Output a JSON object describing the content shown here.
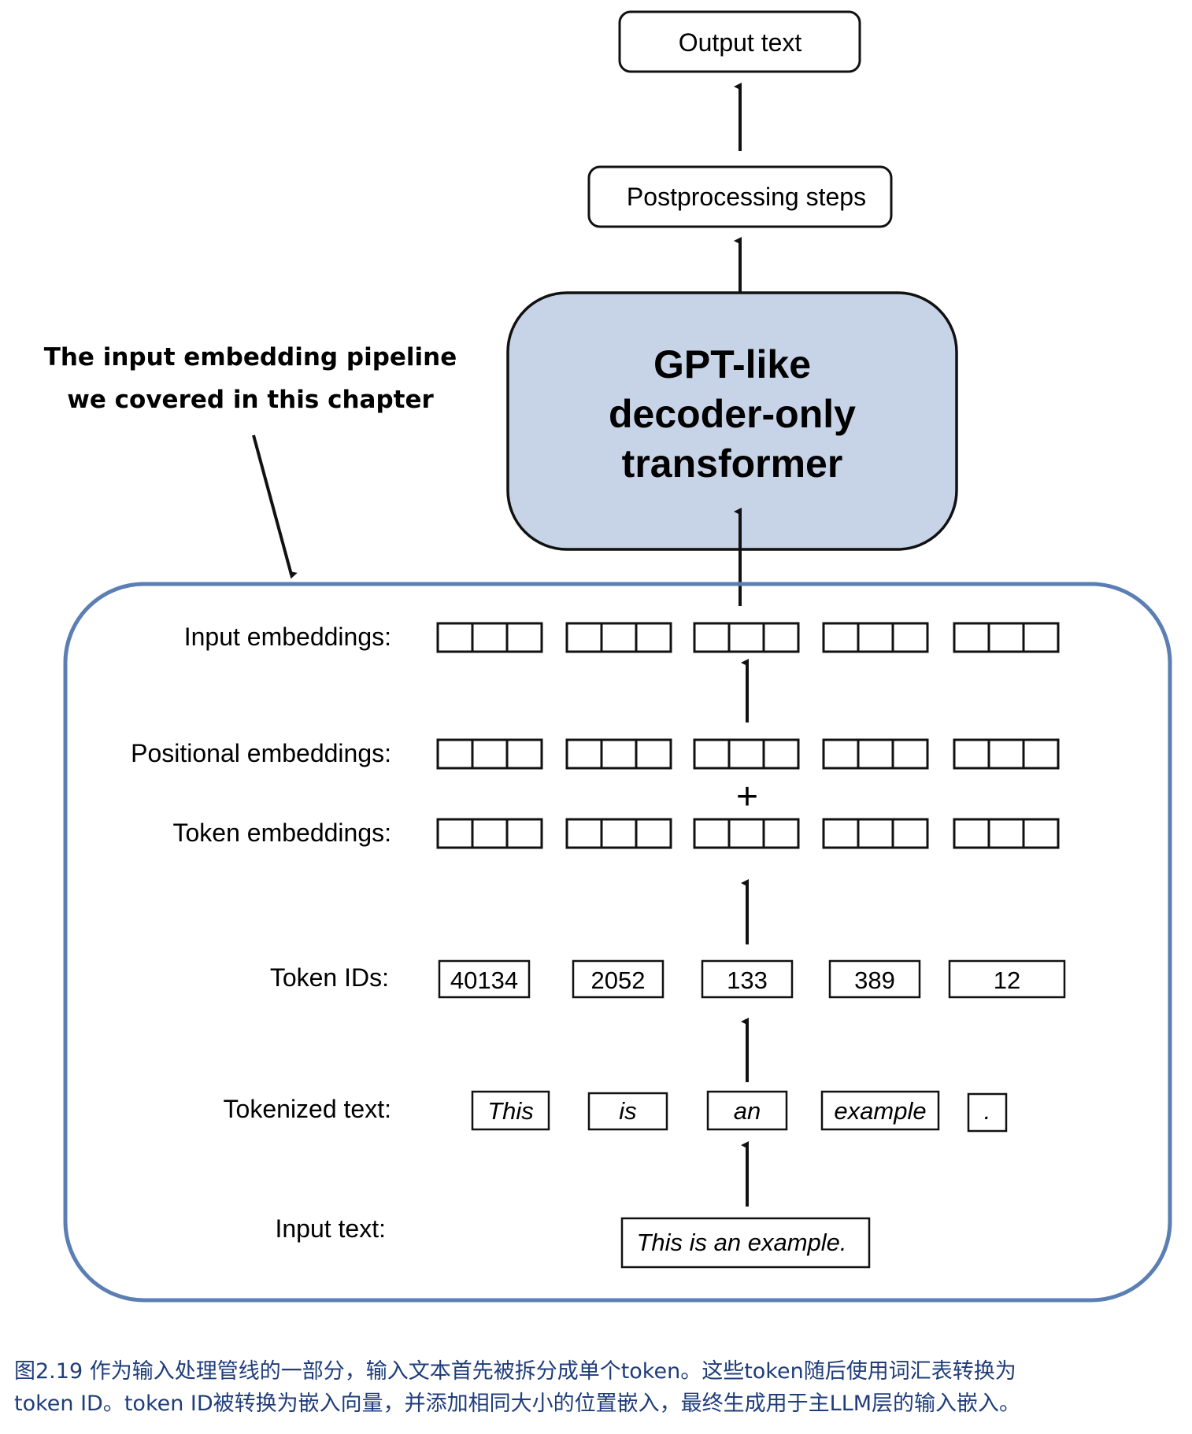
{
  "top": {
    "output_text": "Output text",
    "postprocessing": "Postprocessing steps",
    "gpt_lines": [
      "GPT-like",
      "decoder-only",
      "transformer"
    ]
  },
  "annotation": {
    "lines": [
      "The input embedding pipeline",
      "we covered in this chapter"
    ]
  },
  "pipeline": {
    "labels": {
      "input_embeddings": "Input embeddings:",
      "positional_embeddings": "Positional embeddings:",
      "token_embeddings": "Token embeddings:",
      "token_ids": "Token IDs:",
      "tokenized_text": "Tokenized text:",
      "input_text": "Input text:"
    },
    "plus": "+",
    "token_ids": [
      "40134",
      "2052",
      "133",
      "389",
      "12"
    ],
    "tokens": [
      "This",
      "is",
      "an",
      "example",
      "."
    ],
    "input_text": "This is an example."
  },
  "caption": {
    "lines": [
      "图2.19 作为输入处理管线的一部分，输入文本首先被拆分成单个token。这些token随后使用词汇表转换为",
      "token ID。token ID被转换为嵌入向量，并添加相同大小的位置嵌入，最终生成用于主LLM层的输入嵌入。"
    ]
  },
  "colors": {
    "gpt_fill": "#c7d3e6",
    "pipeline_border": "#5b7fb3",
    "caption_text": "#1f3d7a"
  }
}
